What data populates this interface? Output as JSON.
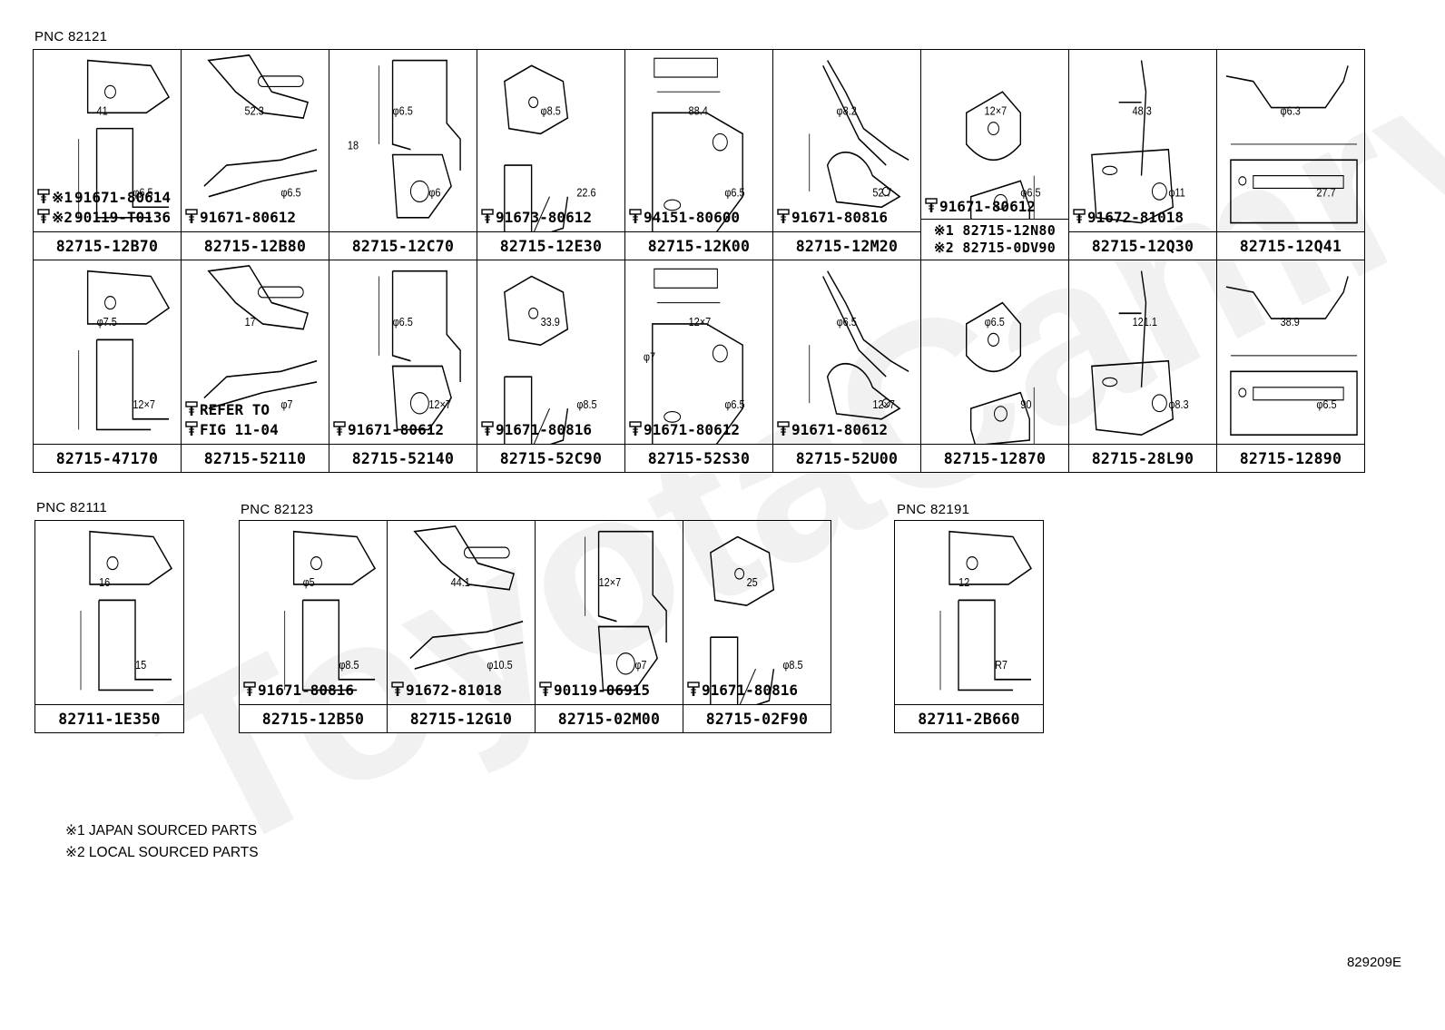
{
  "watermark": "ToyotaCamry",
  "group1": {
    "pnc": "PNC 82121",
    "cells": [
      {
        "part": "82715-12B70",
        "fasteners": [
          {
            "mark": "※1",
            "num": "91671-80614"
          },
          {
            "mark": "※2",
            "num": "90119-T0136"
          }
        ],
        "dims": [
          "41",
          "φ6.5"
        ]
      },
      {
        "part": "82715-12B80",
        "fasteners": [
          {
            "mark": "",
            "num": "91671-80612"
          }
        ],
        "dims": [
          "52.3",
          "φ6.5"
        ]
      },
      {
        "part": "82715-12C70",
        "fasteners": [],
        "dims": [
          "φ6.5",
          "φ6",
          "18"
        ]
      },
      {
        "part": "82715-12E30",
        "fasteners": [
          {
            "mark": "",
            "num": "91673-80612"
          }
        ],
        "dims": [
          "φ8.5",
          "22.6"
        ]
      },
      {
        "part": "82715-12K00",
        "fasteners": [
          {
            "mark": "",
            "num": "94151-80600"
          }
        ],
        "dims": [
          "88.4",
          "φ6.5"
        ]
      },
      {
        "part": "82715-12M20",
        "fasteners": [
          {
            "mark": "",
            "num": "91671-80816"
          }
        ],
        "dims": [
          "φ8.2",
          "52.7"
        ]
      },
      {
        "part": "※1 82715-12N80",
        "part2": "※2 82715-0DV90",
        "fasteners": [
          {
            "mark": "",
            "num": "91671-80612"
          }
        ],
        "dims": [
          "12×7",
          "φ6.5"
        ]
      },
      {
        "part": "82715-12Q30",
        "fasteners": [
          {
            "mark": "",
            "num": "91672-81018"
          }
        ],
        "dims": [
          "48.3",
          "φ11"
        ]
      },
      {
        "part": "82715-12Q41",
        "fasteners": [],
        "dims": [
          "φ6.3",
          "27.7"
        ]
      },
      {
        "part": "82715-47170",
        "fasteners": [],
        "dims": [
          "φ7.5",
          "12×7"
        ]
      },
      {
        "part": "82715-52110",
        "fasteners": [
          {
            "mark": "",
            "num": "REFER TO"
          },
          {
            "mark": "",
            "num": "FIG 11-04"
          }
        ],
        "dims": [
          "17",
          "φ7"
        ]
      },
      {
        "part": "82715-52140",
        "fasteners": [
          {
            "mark": "",
            "num": "91671-80612"
          }
        ],
        "dims": [
          "φ6.5",
          "12×7"
        ]
      },
      {
        "part": "82715-52C90",
        "fasteners": [
          {
            "mark": "",
            "num": "91671-80816"
          }
        ],
        "dims": [
          "33.9",
          "φ8.5"
        ]
      },
      {
        "part": "82715-52S30",
        "fasteners": [
          {
            "mark": "",
            "num": "91671-80612"
          }
        ],
        "dims": [
          "12×7",
          "φ6.5",
          "φ7"
        ]
      },
      {
        "part": "82715-52U00",
        "fasteners": [
          {
            "mark": "",
            "num": "91671-80612"
          }
        ],
        "dims": [
          "φ6.5",
          "12×7"
        ]
      },
      {
        "part": "82715-12870",
        "fasteners": [],
        "dims": [
          "φ6.5",
          "90"
        ]
      },
      {
        "part": "82715-28L90",
        "fasteners": [],
        "dims": [
          "121.1",
          "φ8.3"
        ]
      },
      {
        "part": "82715-12890",
        "fasteners": [],
        "dims": [
          "38.9",
          "φ6.5"
        ]
      }
    ]
  },
  "group2": {
    "pnc": "PNC 82111",
    "cells": [
      {
        "part": "82711-1E350",
        "fasteners": [],
        "dims": [
          "16",
          "15"
        ]
      }
    ]
  },
  "group3": {
    "pnc": "PNC 82123",
    "cells": [
      {
        "part": "82715-12B50",
        "fasteners": [
          {
            "mark": "",
            "num": "91671-80816"
          }
        ],
        "dims": [
          "φ5",
          "φ8.5"
        ]
      },
      {
        "part": "82715-12G10",
        "fasteners": [
          {
            "mark": "",
            "num": "91672-81018"
          }
        ],
        "dims": [
          "44.1",
          "φ10.5"
        ]
      },
      {
        "part": "82715-02M00",
        "fasteners": [
          {
            "mark": "",
            "num": "90119-06915"
          }
        ],
        "dims": [
          "12×7",
          "φ7"
        ]
      },
      {
        "part": "82715-02F90",
        "fasteners": [
          {
            "mark": "",
            "num": "91671-80816"
          }
        ],
        "dims": [
          "25",
          "φ8.5"
        ]
      }
    ]
  },
  "group4": {
    "pnc": "PNC 82191",
    "cells": [
      {
        "part": "82711-2B660",
        "fasteners": [],
        "dims": [
          "12",
          "R7"
        ]
      }
    ]
  },
  "notes": [
    "※1 JAPAN SOURCED PARTS",
    "※2 LOCAL SOURCED PARTS"
  ],
  "ref": "829209E"
}
